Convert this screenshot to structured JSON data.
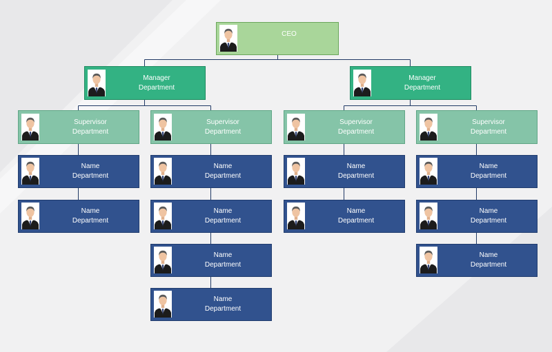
{
  "colors": {
    "ceo": "#a9d69a",
    "manager": "#33b283",
    "supervisor": "#85c4a8",
    "employee": "#31528e",
    "connector": "#1f3864"
  },
  "icons": {
    "person": "person-avatar-icon"
  },
  "ceo": {
    "title": "CEO"
  },
  "managers": [
    {
      "title": "Manager",
      "dept": "Department"
    },
    {
      "title": "Manager",
      "dept": "Department"
    }
  ],
  "supervisors": [
    {
      "title": "Supervisor",
      "dept": "Department"
    },
    {
      "title": "Supervisor",
      "dept": "Department"
    },
    {
      "title": "Supervisor",
      "dept": "Department"
    },
    {
      "title": "Supervisor",
      "dept": "Department"
    }
  ],
  "teams": [
    [
      {
        "name": "Name",
        "dept": "Department"
      },
      {
        "name": "Name",
        "dept": "Department"
      }
    ],
    [
      {
        "name": "Name",
        "dept": "Department"
      },
      {
        "name": "Name",
        "dept": "Department"
      },
      {
        "name": "Name",
        "dept": "Department"
      },
      {
        "name": "Name",
        "dept": "Department"
      }
    ],
    [
      {
        "name": "Name",
        "dept": "Department"
      },
      {
        "name": "Name",
        "dept": "Department"
      }
    ],
    [
      {
        "name": "Name",
        "dept": "Department"
      },
      {
        "name": "Name",
        "dept": "Department"
      },
      {
        "name": "Name",
        "dept": "Department"
      }
    ]
  ]
}
